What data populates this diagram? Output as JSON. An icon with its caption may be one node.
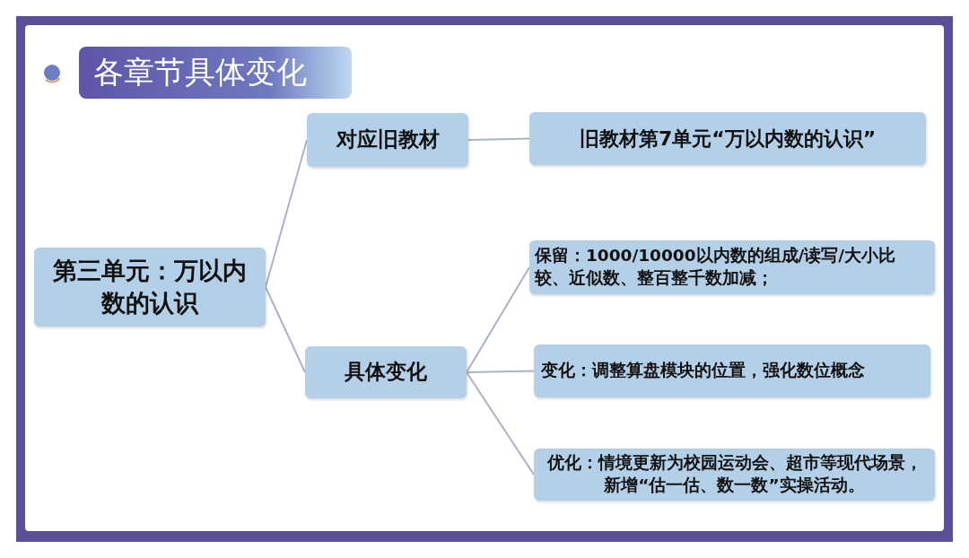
{
  "diagram": {
    "title": "各章节具体变化",
    "nodes": [
      {
        "text": [
          "第三单元：万以内数的认识"
        ]
      },
      {
        "text": [
          "对应旧教材"
        ]
      },
      {
        "text": [
          "旧教材第7单元“万以内数的认识”"
        ]
      },
      {
        "text": [
          "具体变化"
        ]
      },
      {
        "text": [
          "保留：1000/10000以内数的组成/读写/大小比较、近似数、整百整千数加减；"
        ]
      },
      {
        "text": [
          "变化：调整算盘模块的位置，强化数位概念"
        ]
      },
      {
        "text": [
          "优化：情境更新为校园运动会、超市等现代场景，新增“估一估、数一数”实操活动。"
        ]
      }
    ],
    "edges": [
      {
        "from": 0,
        "to": 1,
        "arrow": "none"
      },
      {
        "from": 0,
        "to": 3,
        "arrow": "none"
      },
      {
        "from": 1,
        "to": 2,
        "arrow": "none"
      },
      {
        "from": 3,
        "to": 4,
        "arrow": "none"
      },
      {
        "from": 3,
        "to": 5,
        "arrow": "none"
      },
      {
        "from": 3,
        "to": 6,
        "arrow": "none"
      }
    ]
  }
}
